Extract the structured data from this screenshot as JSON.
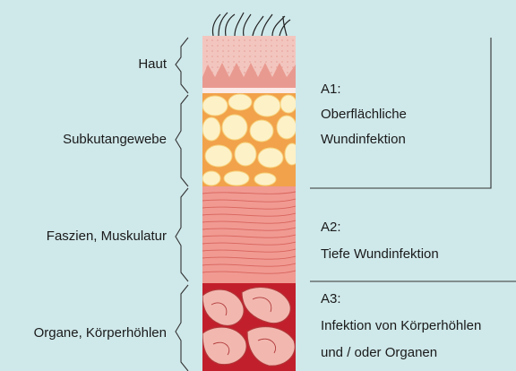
{
  "layers": {
    "skin": "Haut",
    "subcutis": "Subkutangewebe",
    "fascia_muscle": "Faszien, Muskulatur",
    "organs": "Organe, Körperhöhlen"
  },
  "classes": {
    "a1": {
      "code": "A1:",
      "line1": "Oberflächliche",
      "line2": "Wundinfektion"
    },
    "a2": {
      "code": "A2:",
      "line1": "Tiefe Wundinfektion"
    },
    "a3": {
      "code": "A3:",
      "line1": "Infektion von Körperhöhlen",
      "line2": "und / oder Organen"
    }
  },
  "colors": {
    "background": "#cfe8ea",
    "skin": "#f2c6bf",
    "fat": "#f1a24a",
    "muscle": "#f09a92",
    "organ": "#f2b8b0"
  }
}
